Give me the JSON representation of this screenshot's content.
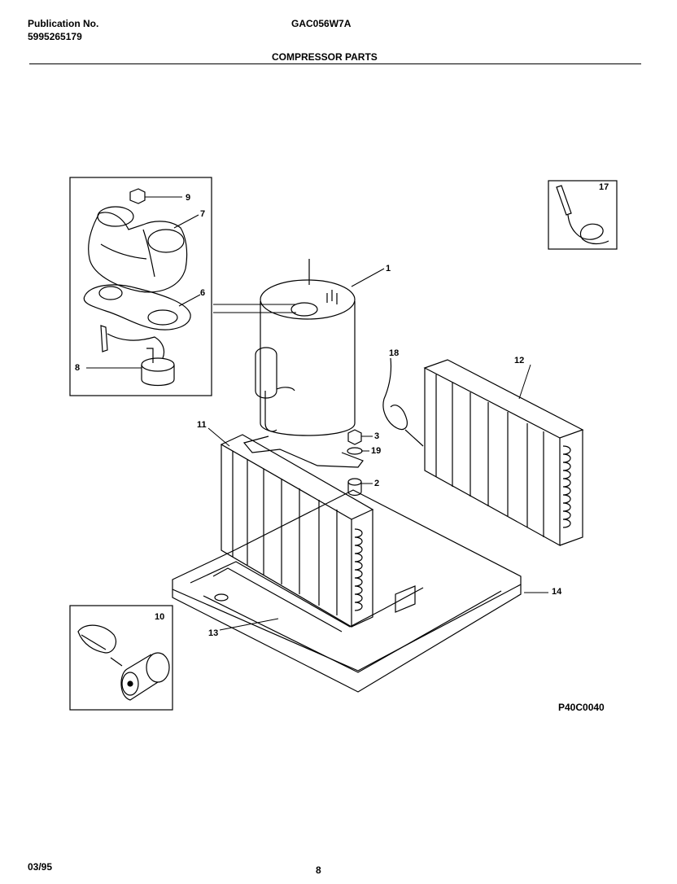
{
  "header": {
    "publication_label": "Publication No.",
    "publication_number": "5995265179",
    "model": "GAC056W7A",
    "section_title": "COMPRESSOR PARTS"
  },
  "diagram": {
    "figure_code": "P40C0040",
    "callouts": {
      "c1": "1",
      "c2": "2",
      "c3": "3",
      "c6": "6",
      "c7": "7",
      "c8": "8",
      "c9": "9",
      "c10": "10",
      "c11": "11",
      "c12": "12",
      "c13": "13",
      "c14": "14",
      "c17": "17",
      "c18": "18",
      "c19": "19"
    }
  },
  "footer": {
    "date": "03/95",
    "page": "8"
  }
}
